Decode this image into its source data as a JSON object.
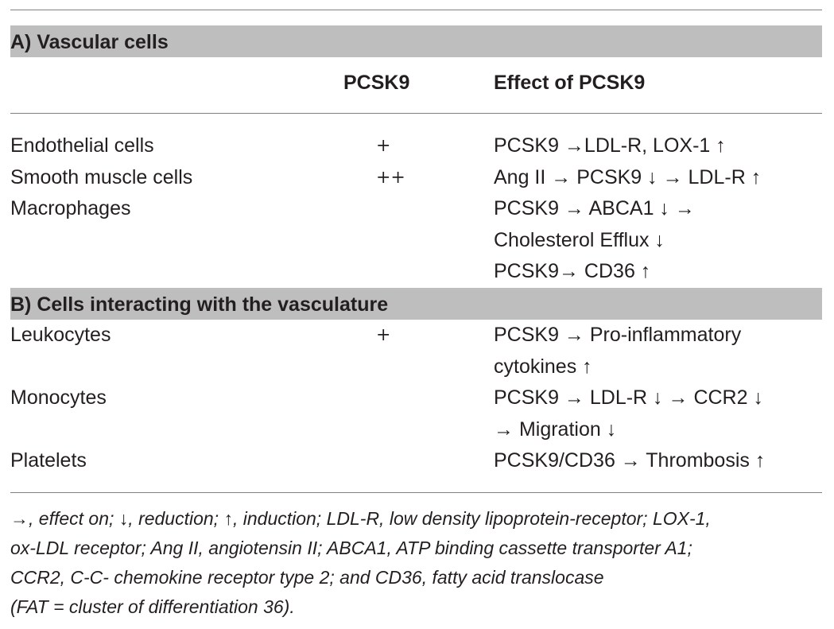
{
  "sections": [
    {
      "title": "A) Vascular cells"
    },
    {
      "title": "B) Cells interacting with the vasculature"
    }
  ],
  "header": {
    "col_level": "PCSK9",
    "col_effect": "Effect of PCSK9"
  },
  "rows_a": [
    {
      "name": "Endothelial cells",
      "level": "+",
      "effect": [
        "PCSK9 →LDL-R, LOX-1 ↑"
      ]
    },
    {
      "name": "Smooth muscle cells",
      "level": "++",
      "effect": [
        "Ang II → PCSK9 ↓ → LDL-R ↑"
      ]
    },
    {
      "name": "Macrophages",
      "level": "",
      "effect": [
        "PCSK9 → ABCA1 ↓ →",
        "Cholesterol Efflux ↓",
        "PCSK9→ CD36 ↑"
      ]
    }
  ],
  "rows_b": [
    {
      "name": "Leukocytes",
      "level": "+",
      "effect": [
        "PCSK9 → Pro-inflammatory",
        "cytokines ↑"
      ]
    },
    {
      "name": "Monocytes",
      "level": "",
      "effect": [
        "PCSK9 → LDL-R ↓ → CCR2 ↓",
        "→ Migration ↓"
      ]
    },
    {
      "name": "Platelets",
      "level": "",
      "effect": [
        "PCSK9/CD36 → Thrombosis ↑"
      ]
    }
  ],
  "footnote": [
    "→, effect on; ↓, reduction; ↑, induction; LDL-R, low density lipoprotein-receptor; LOX-1,",
    "ox-LDL receptor; Ang II, angiotensin II; ABCA1, ATP binding cassette transporter A1;",
    "CCR2, C-C- chemokine receptor type 2; and CD36, fatty acid translocase",
    "(FAT = cluster of differentiation 36)."
  ]
}
